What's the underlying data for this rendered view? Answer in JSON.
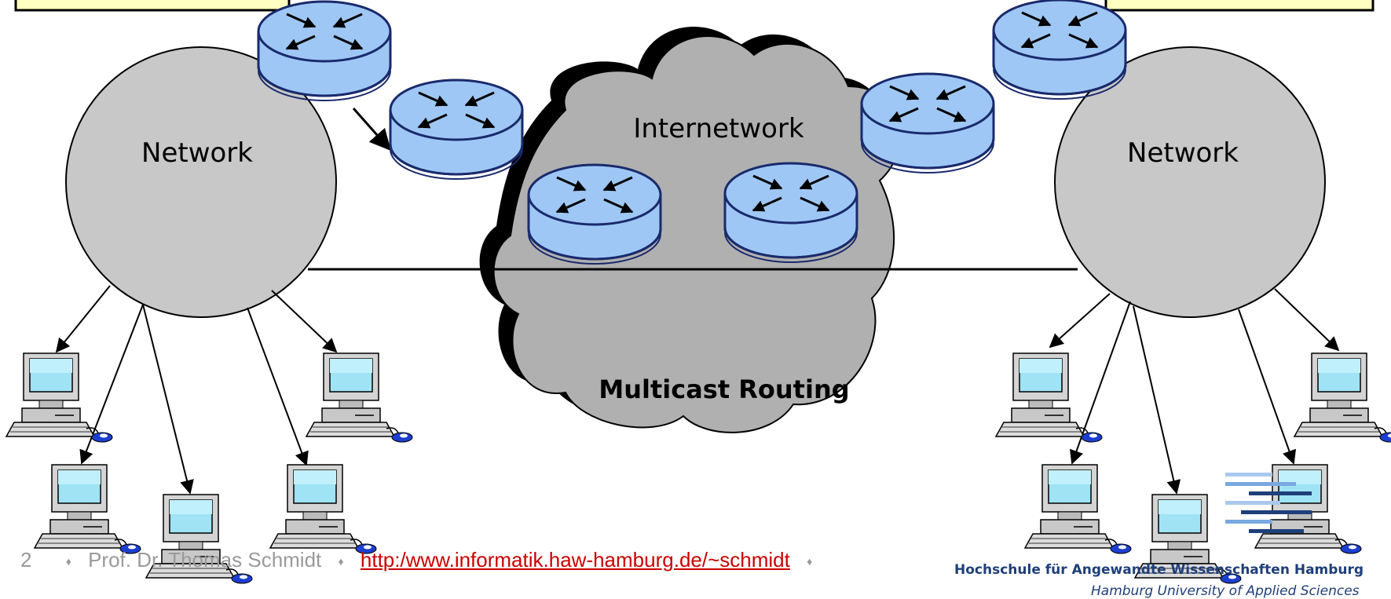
{
  "diagram": {
    "left_network_label": "Network",
    "right_network_label": "Network",
    "internetwork_label": "Internetwork",
    "multicast_label": "Multicast Routing"
  },
  "footer": {
    "slide_number": "2",
    "author": "Prof. Dr. Thomas Schmidt",
    "url": "http:/www.informatik.haw-hamburg.de/~schmidt",
    "separator": "♦"
  },
  "logo": {
    "name": "Hochschule für Angewandte Wissenschaften Hamburg",
    "subtitle": "Hamburg University of Applied Sciences"
  },
  "colors": {
    "network_fill": "#c8c8c8",
    "cloud_fill": "#b0b0b0",
    "router_fill": "#9ec7f5",
    "router_stroke": "#1a2a6c",
    "label_box_fill": "#ffffc0",
    "link_color": "#cc0000",
    "logo_blue": "#1f3f7a"
  },
  "icons": [
    "router-icon",
    "computer-icon",
    "mouse-icon",
    "cloud-icon"
  ]
}
